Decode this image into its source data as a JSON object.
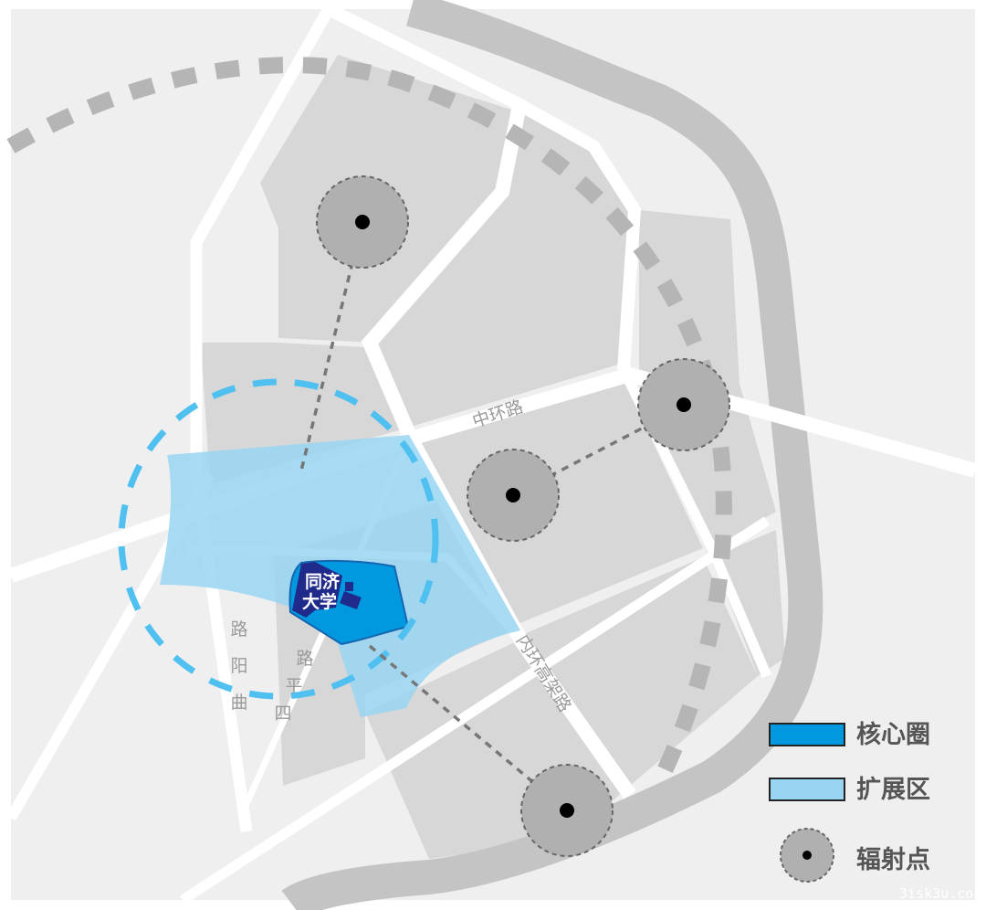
{
  "campus": {
    "line1": "同济",
    "line2": "大学"
  },
  "roads": {
    "middle_ring": "中环路",
    "inner_ring_elevated": "内环高架路",
    "quyang": [
      "路",
      "阳",
      "曲"
    ],
    "siping": [
      "路",
      "平",
      "四"
    ]
  },
  "legend": {
    "core": "核心圈",
    "expansion": "扩展区",
    "radiation": "辐射点"
  },
  "watermark": "3isk3u.co",
  "colors": {
    "core": "#0099e0",
    "expansion": "#99d5f2",
    "campus_buildings": "#1f2a8a",
    "ring": "#4fc0f0",
    "radiation": "#b0b0b0"
  }
}
